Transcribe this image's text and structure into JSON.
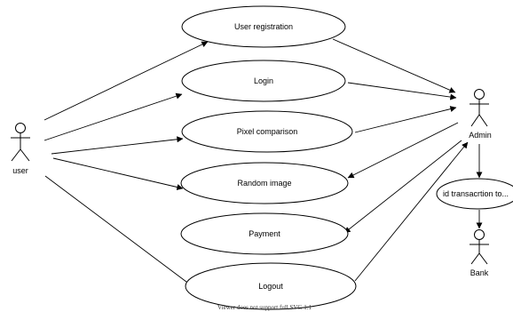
{
  "actors": {
    "user": "user",
    "admin": "Admin",
    "bank": "Bank"
  },
  "use_cases": {
    "user_registration": "User registration",
    "login": "Login",
    "pixel_comparison": "Pixel comparison",
    "random_image": "Random image",
    "payment": "Payment",
    "logout": "Logout",
    "id_transaction": "id  transacrtion to..."
  },
  "footer": "Viewer does not support full SVG 1.1"
}
